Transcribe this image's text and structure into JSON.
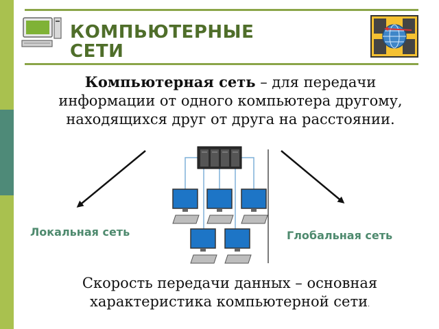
{
  "slide": {
    "title": "КОМПЬЮТЕРНЫЕ СЕТИ",
    "definition": {
      "term": "Компьютерная сеть",
      "rest": " – для передачи информации от одного компьютера другому, находящихся друг от друга на расстоянии."
    },
    "left_label": "Локальная сеть",
    "right_label": "Глобальная сеть",
    "bottom_text": "Скорость передачи данных – основная характеристика компьютерной сети",
    "bottom_tail": "."
  },
  "colors": {
    "accent_green": "#a9c14f",
    "dark_teal": "#4e8a78",
    "title_green": "#4f6e2a",
    "label_green": "#4e8a6e"
  },
  "icons": {
    "computer_icon": "computer-icon",
    "globe_network_icon": "globe-network-icon",
    "server_rack_icon": "server-rack-icon",
    "monitor_icon": "monitor-icon"
  }
}
